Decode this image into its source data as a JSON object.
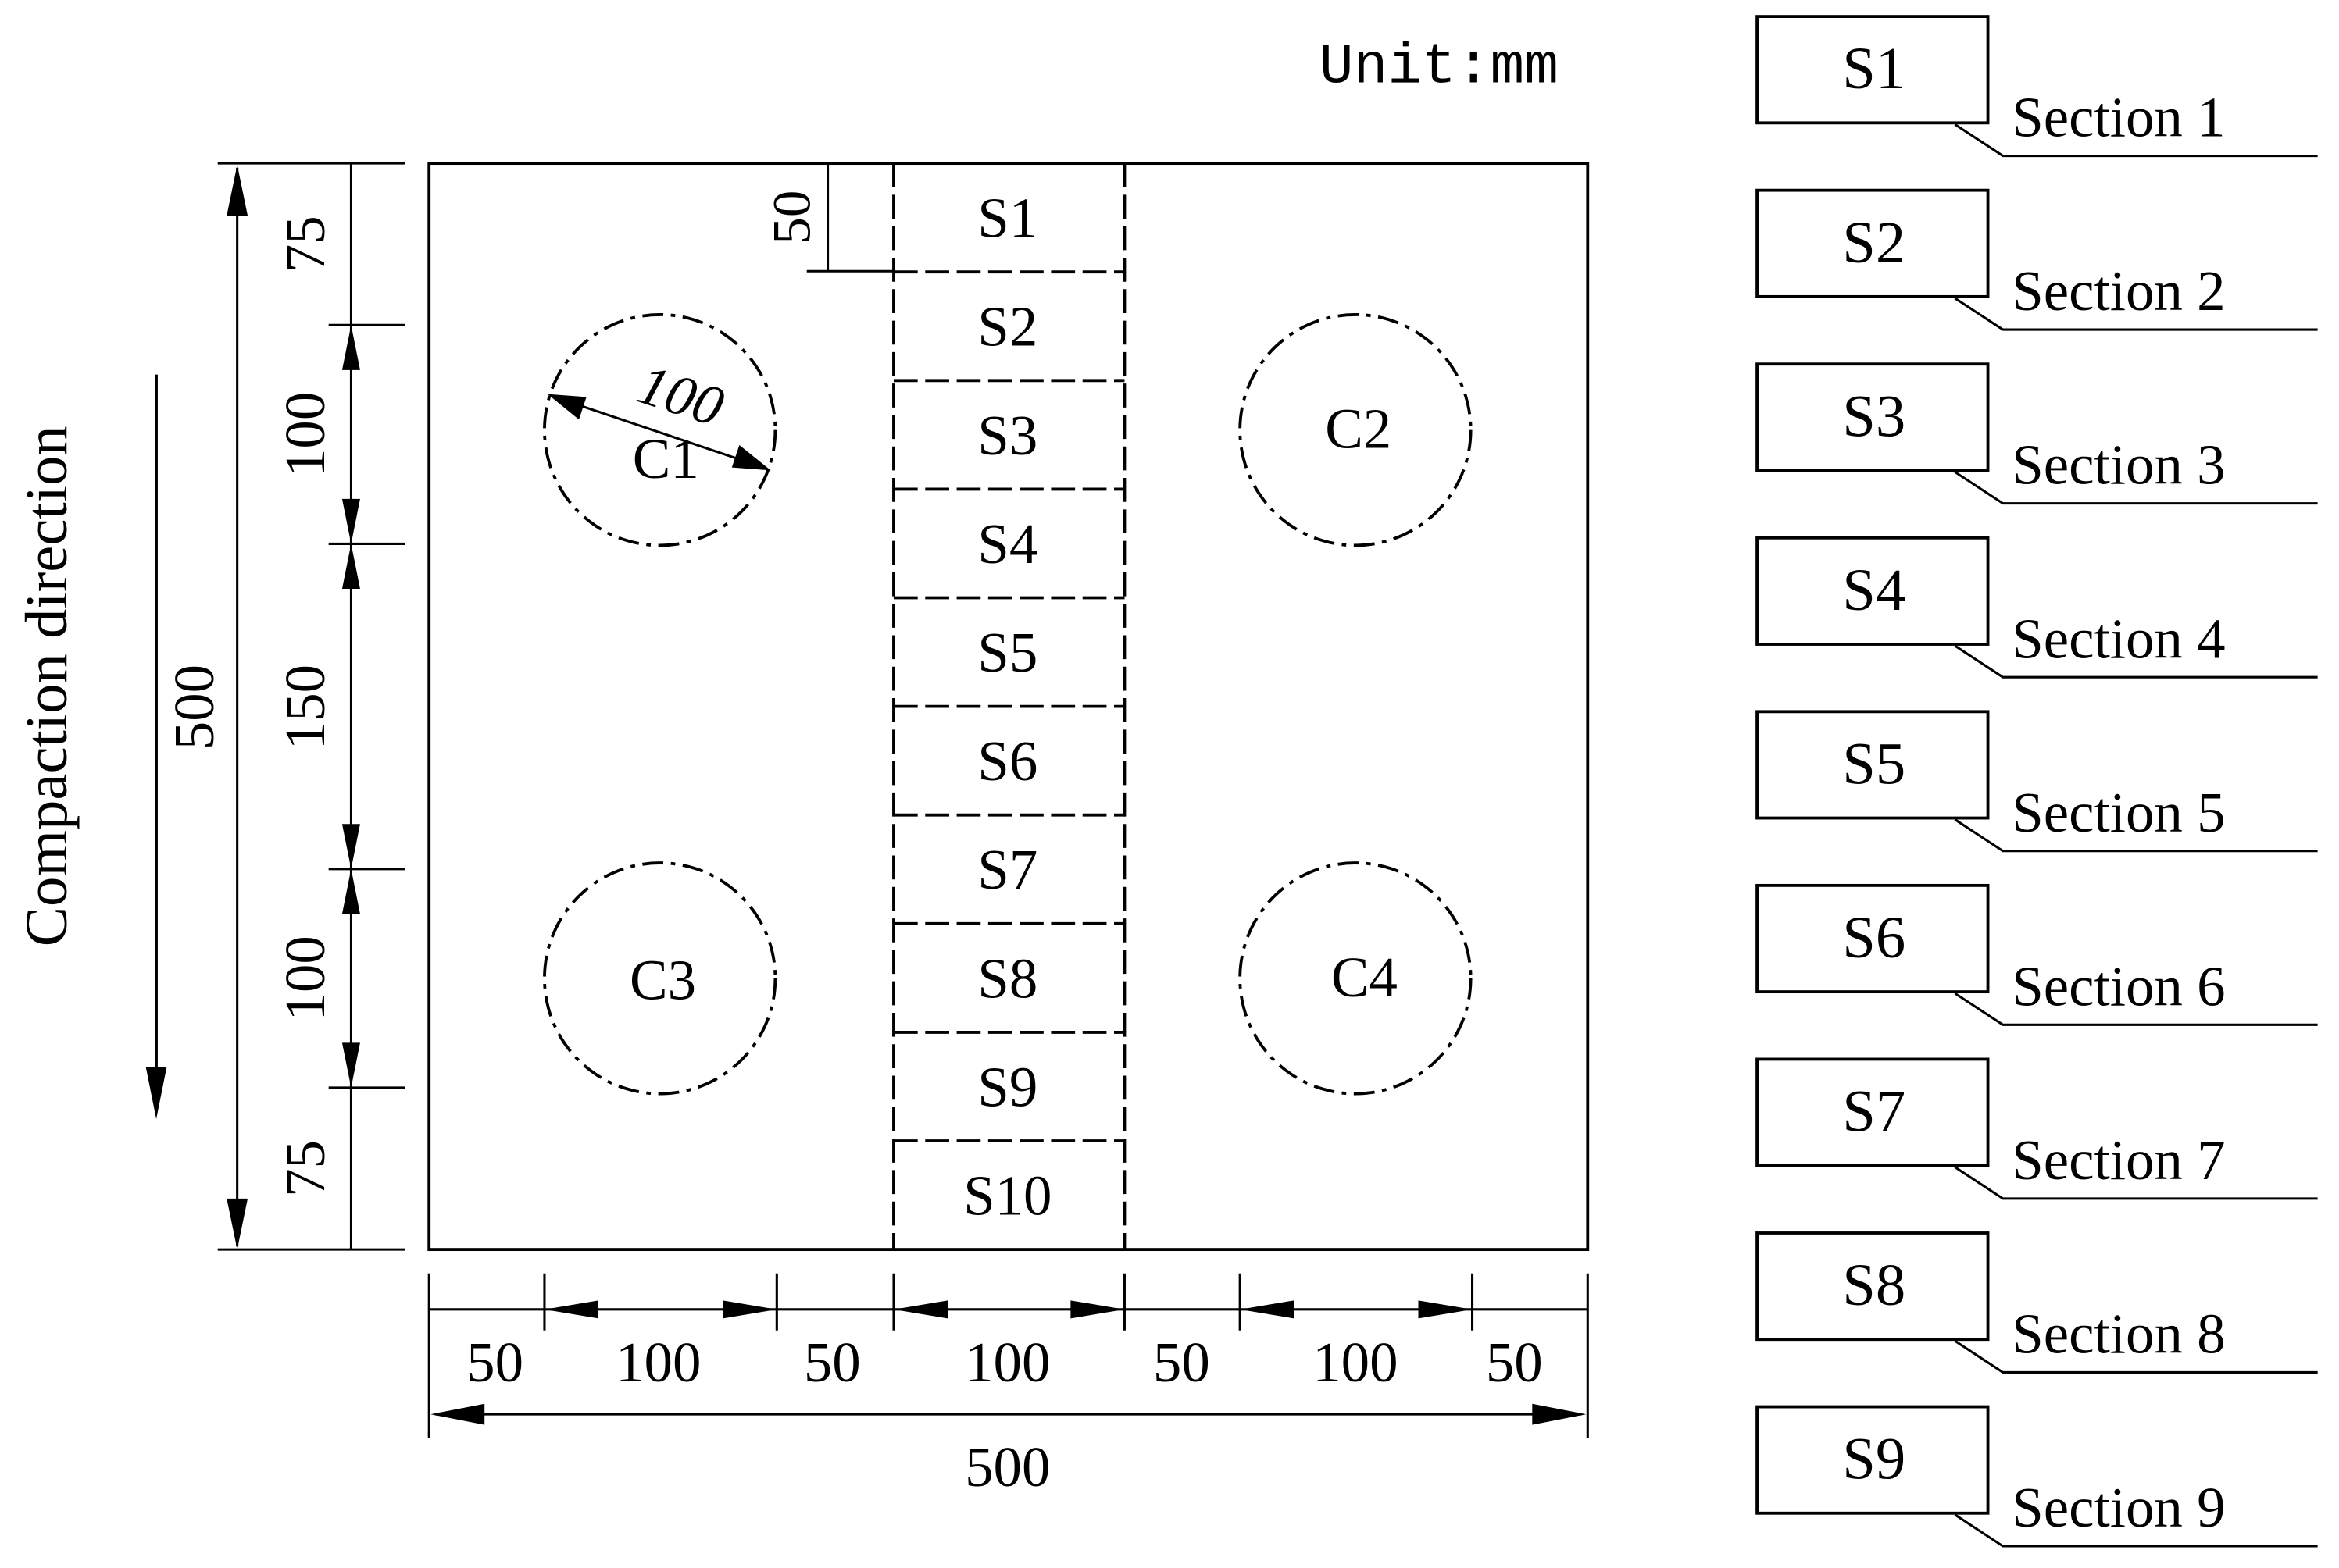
{
  "unit_label": "Unit:mm",
  "compaction_label": "Compaction direction",
  "slab": {
    "cores": [
      "C1",
      "C2",
      "C3",
      "C4"
    ],
    "core_diameter_label": "100",
    "strips": [
      "S1",
      "S2",
      "S3",
      "S4",
      "S5",
      "S6",
      "S7",
      "S8",
      "S9",
      "S10"
    ],
    "strip_height_label": "50"
  },
  "dimensions": {
    "vertical_segments": [
      "75",
      "100",
      "150",
      "100",
      "75"
    ],
    "vertical_total": "500",
    "horizontal_segments": [
      "50",
      "100",
      "50",
      "100",
      "50",
      "100",
      "50"
    ],
    "horizontal_total": "500"
  },
  "legend": [
    {
      "tag": "S1",
      "label": "Section 1"
    },
    {
      "tag": "S2",
      "label": "Section 2"
    },
    {
      "tag": "S3",
      "label": "Section 3"
    },
    {
      "tag": "S4",
      "label": "Section 4"
    },
    {
      "tag": "S5",
      "label": "Section 5"
    },
    {
      "tag": "S6",
      "label": "Section 6"
    },
    {
      "tag": "S7",
      "label": "Section 7"
    },
    {
      "tag": "S8",
      "label": "Section 8"
    },
    {
      "tag": "S9",
      "label": "Section 9"
    }
  ]
}
